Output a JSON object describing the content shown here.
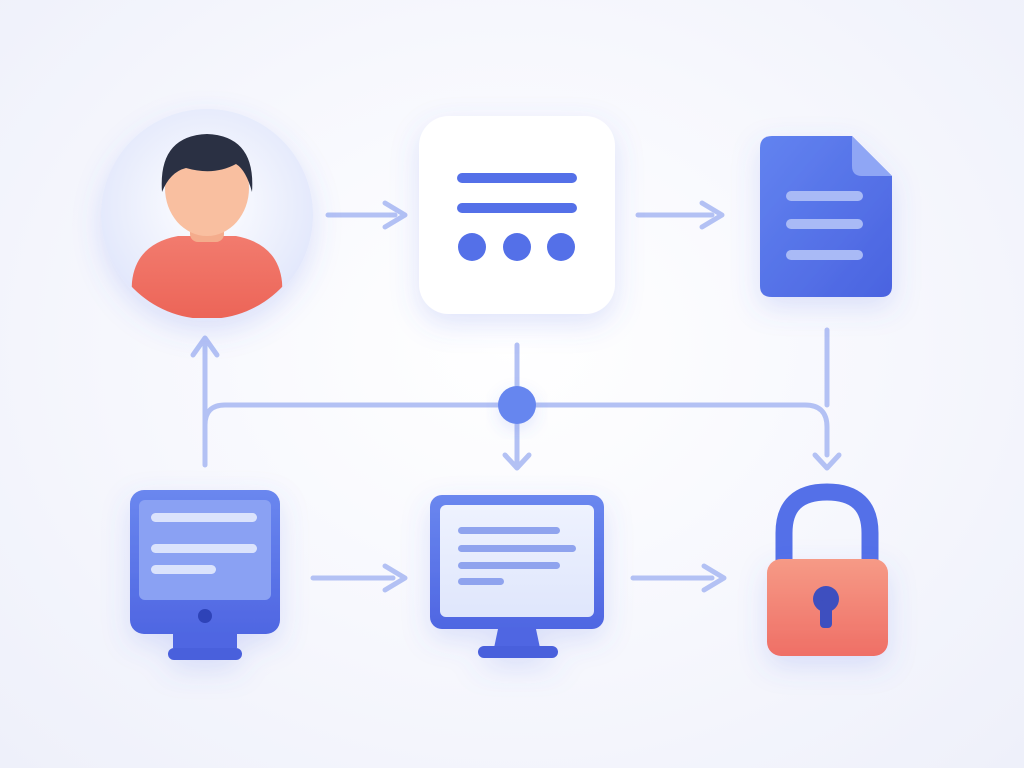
{
  "diagram": {
    "nodes": [
      {
        "id": "user",
        "icon": "user-avatar-icon"
      },
      {
        "id": "form",
        "icon": "form-card-icon"
      },
      {
        "id": "document",
        "icon": "document-icon"
      },
      {
        "id": "tablet",
        "icon": "tablet-device-icon"
      },
      {
        "id": "monitor",
        "icon": "monitor-icon"
      },
      {
        "id": "lock",
        "icon": "padlock-icon"
      }
    ],
    "edges": [
      {
        "from": "user",
        "to": "form"
      },
      {
        "from": "form",
        "to": "document"
      },
      {
        "from": "tablet",
        "to": "monitor"
      },
      {
        "from": "monitor",
        "to": "lock"
      },
      {
        "from": "form",
        "to": "hub"
      },
      {
        "from": "document",
        "to": "hub"
      },
      {
        "from": "hub",
        "to": "monitor"
      },
      {
        "from": "hub",
        "to": "lock"
      },
      {
        "from": "tablet",
        "to": "user"
      }
    ],
    "colors": {
      "primary_blue": "#5470e8",
      "light_blue": "#b9c6f5",
      "connector": "#aebcf3",
      "coral": "#f07064",
      "skin": "#f9bfa0",
      "hair": "#2a3043",
      "card": "#ffffff"
    }
  }
}
